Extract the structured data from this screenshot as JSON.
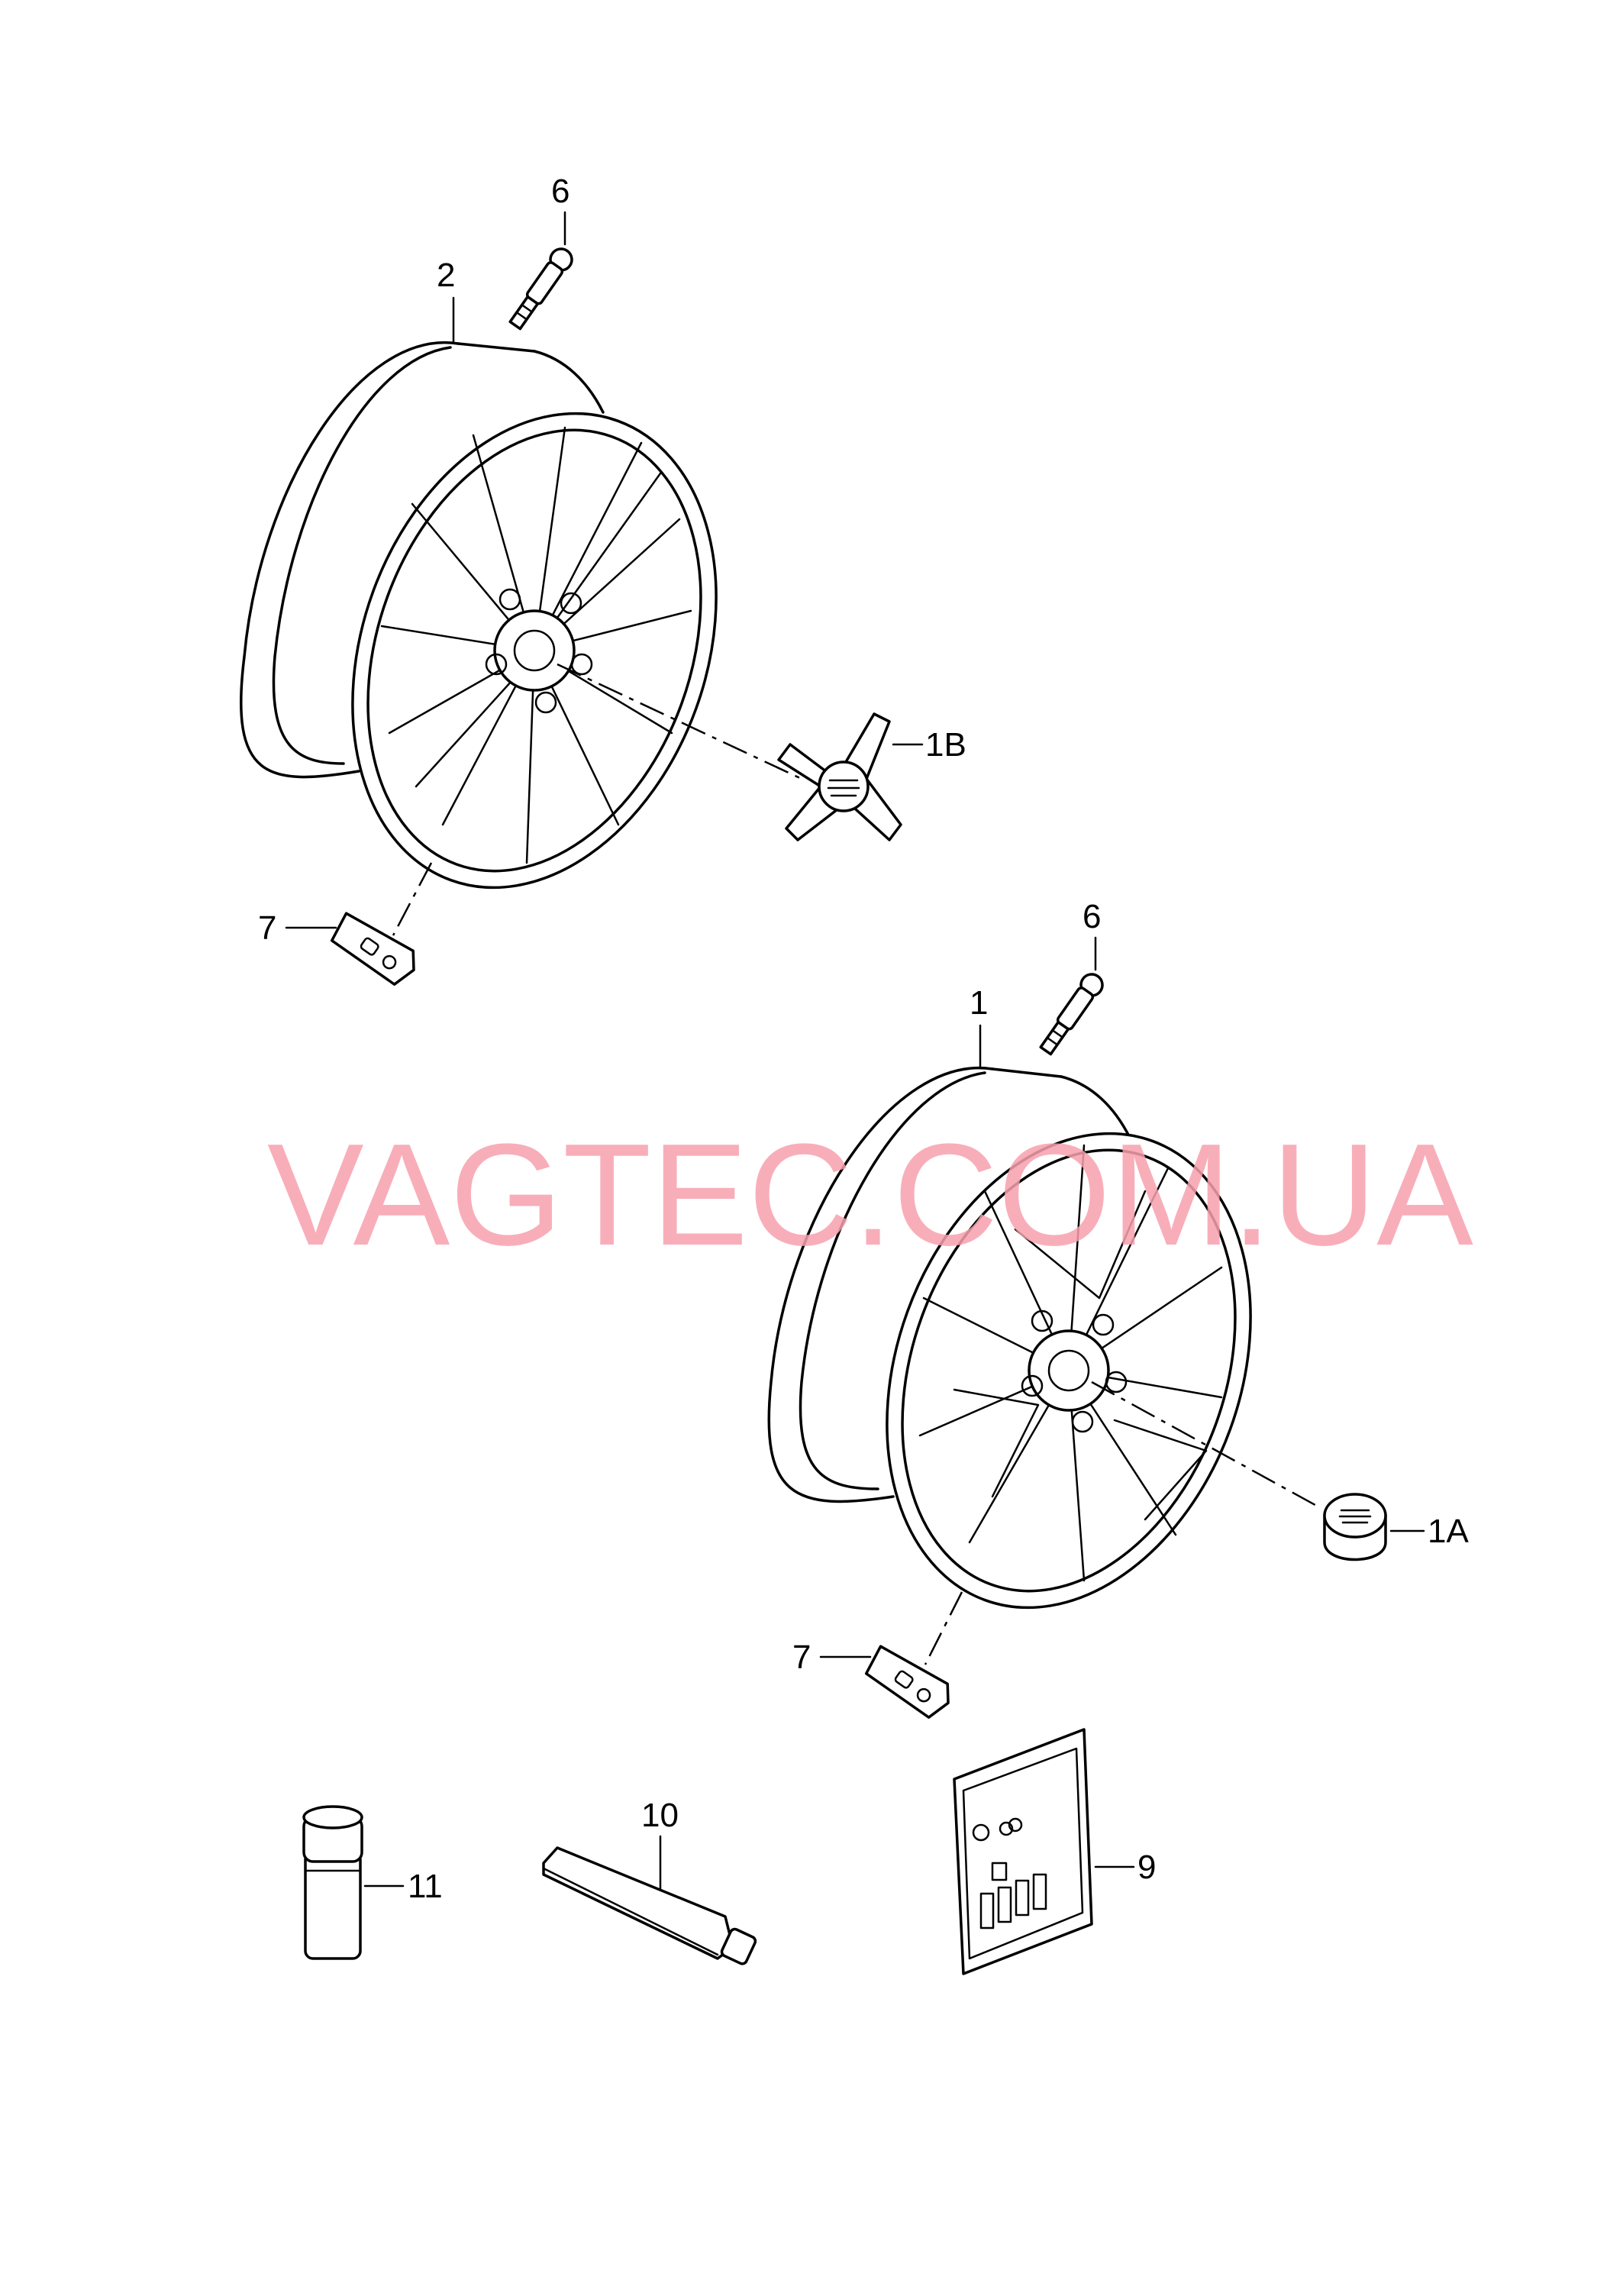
{
  "watermark": "VAGTEC.COM.UA",
  "callouts": {
    "part_1": "1",
    "part_1a": "1A",
    "part_1b": "1B",
    "part_2": "2",
    "part_6_upper": "6",
    "part_6_lower": "6",
    "part_7_upper": "7",
    "part_7_lower": "7",
    "part_9": "9",
    "part_10": "10",
    "part_11": "11"
  },
  "colors": {
    "watermark": "#f7a1ad",
    "lines": "#000000"
  }
}
